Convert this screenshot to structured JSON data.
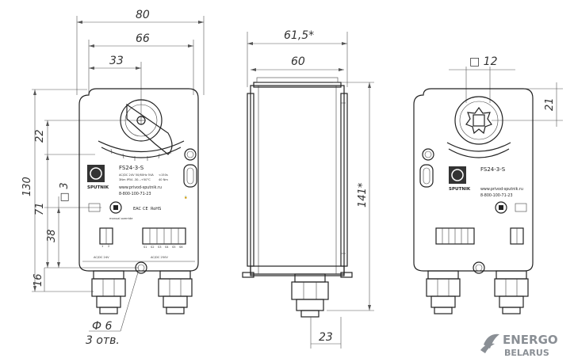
{
  "views": {
    "front": {
      "model": "FS24-3-S",
      "brand": "SPUTNIK",
      "website": "www.privod-sputnik.ru",
      "phone": "8-800-100-71-23",
      "manual_label": "manual override",
      "marks": [
        "EAC",
        "CE",
        "RoHS"
      ],
      "specs": [
        "AC/DC 24V 50/60Hz 5VA",
        "3Nm IP54 -30...+50°C",
        "<150s",
        "40 Nm"
      ],
      "terminals_left": [
        "1",
        "2"
      ],
      "terminals_right": [
        "S1",
        "S2",
        "S3",
        "S4",
        "S5",
        "S6"
      ],
      "terminal_caption_left": "AC/DC 24V",
      "terminal_caption_right": "AC/DC 250V"
    },
    "side": {},
    "rear": {
      "model": "FS24-3-S",
      "brand": "SPUTNIK",
      "website": "www.privod-sputnik.ru",
      "phone": "8-800-100-71-23"
    }
  },
  "dimensions": {
    "width_overall": "80",
    "width_66": "66",
    "width_33": "33",
    "height_130": "130",
    "height_71": "71",
    "height_38": "38",
    "height_22": "22",
    "height_16": "16",
    "square_3": "□ 3",
    "depth_615": "61,5*",
    "depth_60": "60",
    "height_141": "141*",
    "bottom_23": "23",
    "square_12": "□ 12",
    "height_21": "21",
    "hole_dia": "Ф 6",
    "hole_count": "3 отв."
  },
  "watermark": {
    "line1": "ENERGO",
    "line2": "BELARUS"
  },
  "colors": {
    "line": "#222222",
    "watermark": "#8a8f95"
  }
}
